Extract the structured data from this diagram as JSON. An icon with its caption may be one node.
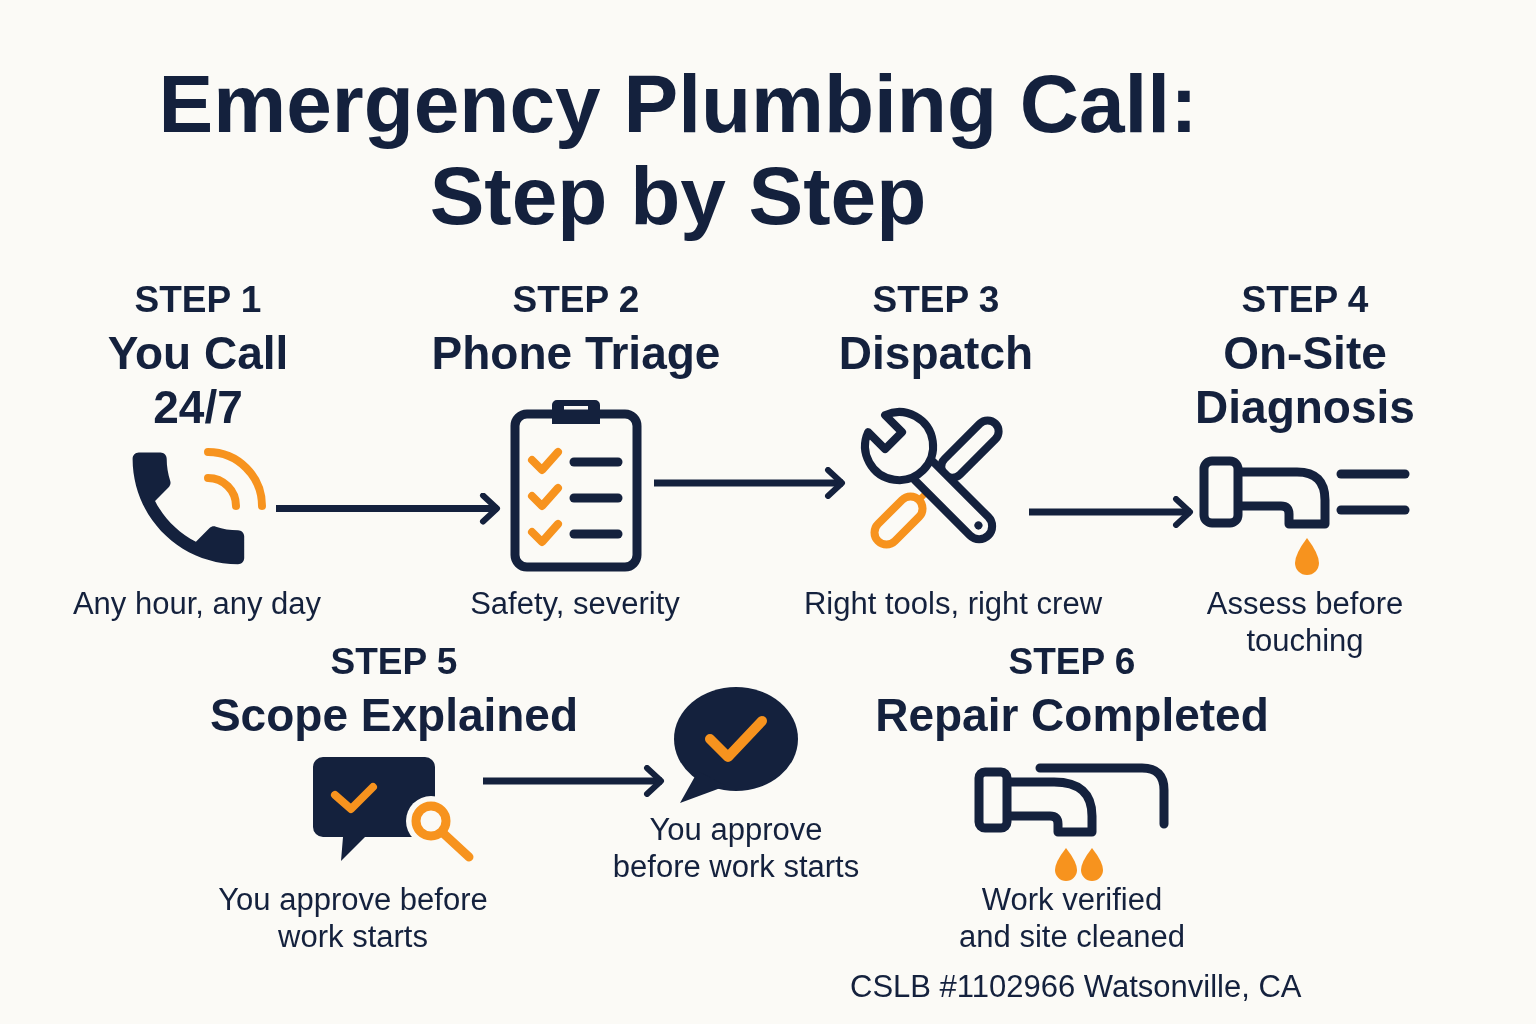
{
  "diagram": {
    "title": "Emergency Plumbing Call: Step by Step",
    "nodes": [
      {
        "text": [
          "STEP 1",
          "You Call 24/7"
        ],
        "beside": [
          "Any hour, any day"
        ]
      },
      {
        "text": [
          "STEP 2",
          "Phone Triage"
        ],
        "beside": [
          "Safety, severity"
        ]
      },
      {
        "text": [
          "STEP 3",
          "Dispatch"
        ],
        "beside": [
          "Right tools, right crew"
        ]
      },
      {
        "text": [
          "STEP 4",
          "On-Site Diagnosis"
        ],
        "beside": [
          "Assess before touching"
        ]
      },
      {
        "text": [
          "STEP 5",
          "Scope Explained"
        ],
        "beside": [
          "You approve before work starts"
        ]
      },
      {
        "text": [],
        "shape": "picture",
        "beside": [
          "You approve before work starts"
        ]
      },
      {
        "text": [
          "STEP 6",
          "Repair Completed"
        ],
        "beside": [
          "Work verified and site cleaned"
        ]
      }
    ],
    "edges": [
      {
        "from": 0,
        "to": 1,
        "arrow": "to"
      },
      {
        "from": 1,
        "to": 2,
        "arrow": "to"
      },
      {
        "from": 2,
        "to": 3,
        "arrow": "to"
      },
      {
        "from": 4,
        "to": 5,
        "arrow": "to"
      }
    ],
    "labels": [
      "CSLB #1102966 Watsonville, CA"
    ]
  }
}
